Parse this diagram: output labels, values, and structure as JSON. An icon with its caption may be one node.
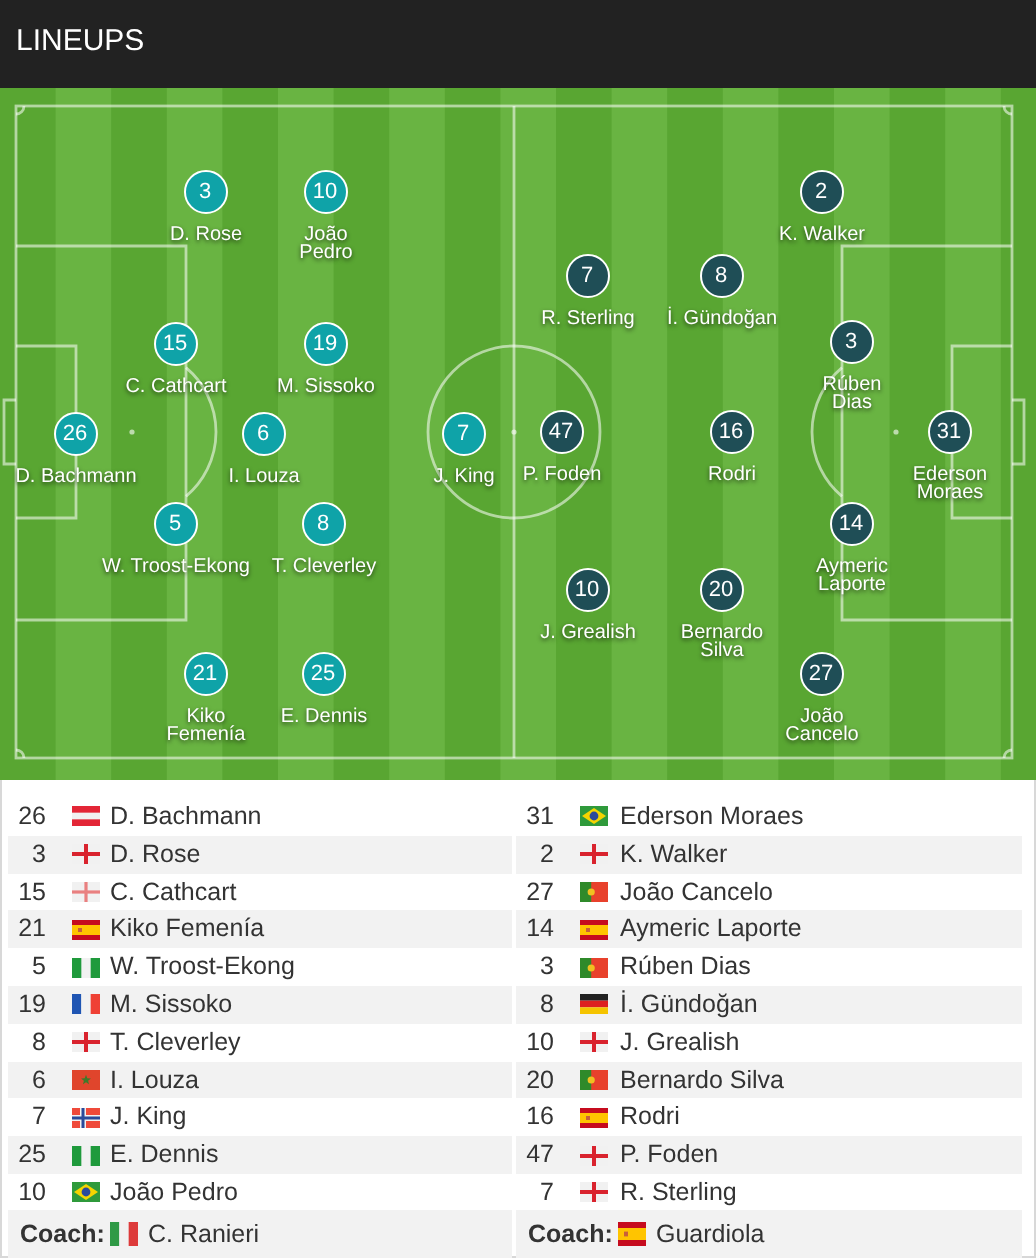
{
  "diagram": {
    "title": "LINEUPS",
    "nodes": [
      {
        "text": [
          "26"
        ],
        "beside": [
          "D. Bachmann"
        ]
      },
      {
        "text": [
          "3"
        ],
        "beside": [
          "D. Rose"
        ]
      },
      {
        "text": [
          "15"
        ],
        "beside": [
          "C. Cathcart"
        ]
      },
      {
        "text": [
          "5"
        ],
        "beside": [
          "W. Troost-Ekong"
        ]
      },
      {
        "text": [
          "21"
        ],
        "beside": [
          "Kiko Femenía"
        ]
      },
      {
        "text": [
          "6"
        ],
        "beside": [
          "I. Louza"
        ]
      },
      {
        "text": [
          "10"
        ],
        "beside": [
          "João Pedro"
        ]
      },
      {
        "text": [
          "19"
        ],
        "beside": [
          "M. Sissoko"
        ]
      },
      {
        "text": [
          "8"
        ],
        "beside": [
          "T. Cleverley"
        ]
      },
      {
        "text": [
          "25"
        ],
        "beside": [
          "E. Dennis"
        ]
      },
      {
        "text": [
          "7"
        ],
        "beside": [
          "J. King"
        ]
      },
      {
        "text": [
          "31"
        ],
        "beside": [
          "Ederson Moraes"
        ]
      },
      {
        "text": [
          "2"
        ],
        "beside": [
          "K. Walker"
        ]
      },
      {
        "text": [
          "3"
        ],
        "beside": [
          "Rúben Dias"
        ]
      },
      {
        "text": [
          "14"
        ],
        "beside": [
          "Aymeric Laporte"
        ]
      },
      {
        "text": [
          "27"
        ],
        "beside": [
          "João Cancelo"
        ]
      },
      {
        "text": [
          "8"
        ],
        "beside": [
          "İ. Gündoğan"
        ]
      },
      {
        "text": [
          "16"
        ],
        "beside": [
          "Rodri"
        ]
      },
      {
        "text": [
          "20"
        ],
        "beside": [
          "Bernardo Silva"
        ]
      },
      {
        "text": [
          "7"
        ],
        "beside": [
          "R. Sterling"
        ]
      },
      {
        "text": [
          "47"
        ],
        "beside": [
          "P. Foden"
        ]
      },
      {
        "text": [
          "10"
        ],
        "beside": [
          "J. Grealish"
        ]
      }
    ],
    "labels": [
      "26",
      "D. Bachmann",
      "31",
      "Ederson Moraes",
      "3",
      "D. Rose",
      "2",
      "K. Walker",
      "15",
      "C. Cathcart",
      "27",
      "João Cancelo",
      "21",
      "Kiko Femenía",
      "14",
      "Aymeric Laporte",
      "5",
      "W. Troost-Ekong",
      "3",
      "Rúben Dias",
      "19",
      "M. Sissoko",
      "8",
      "İ. Gündoğan",
      "8",
      "T. Cleverley",
      "10",
      "J. Grealish",
      "6",
      "I. Louza",
      "20",
      "Bernardo Silva",
      "7",
      "J. King",
      "16",
      "Rodri",
      "25",
      "E. Dennis",
      "47",
      "P. Foden",
      "10",
      "João Pedro",
      "7",
      "R. Sterling",
      "Coach:",
      "C. Ranieri",
      "Coach:",
      "Guardiola"
    ]
  }
}
